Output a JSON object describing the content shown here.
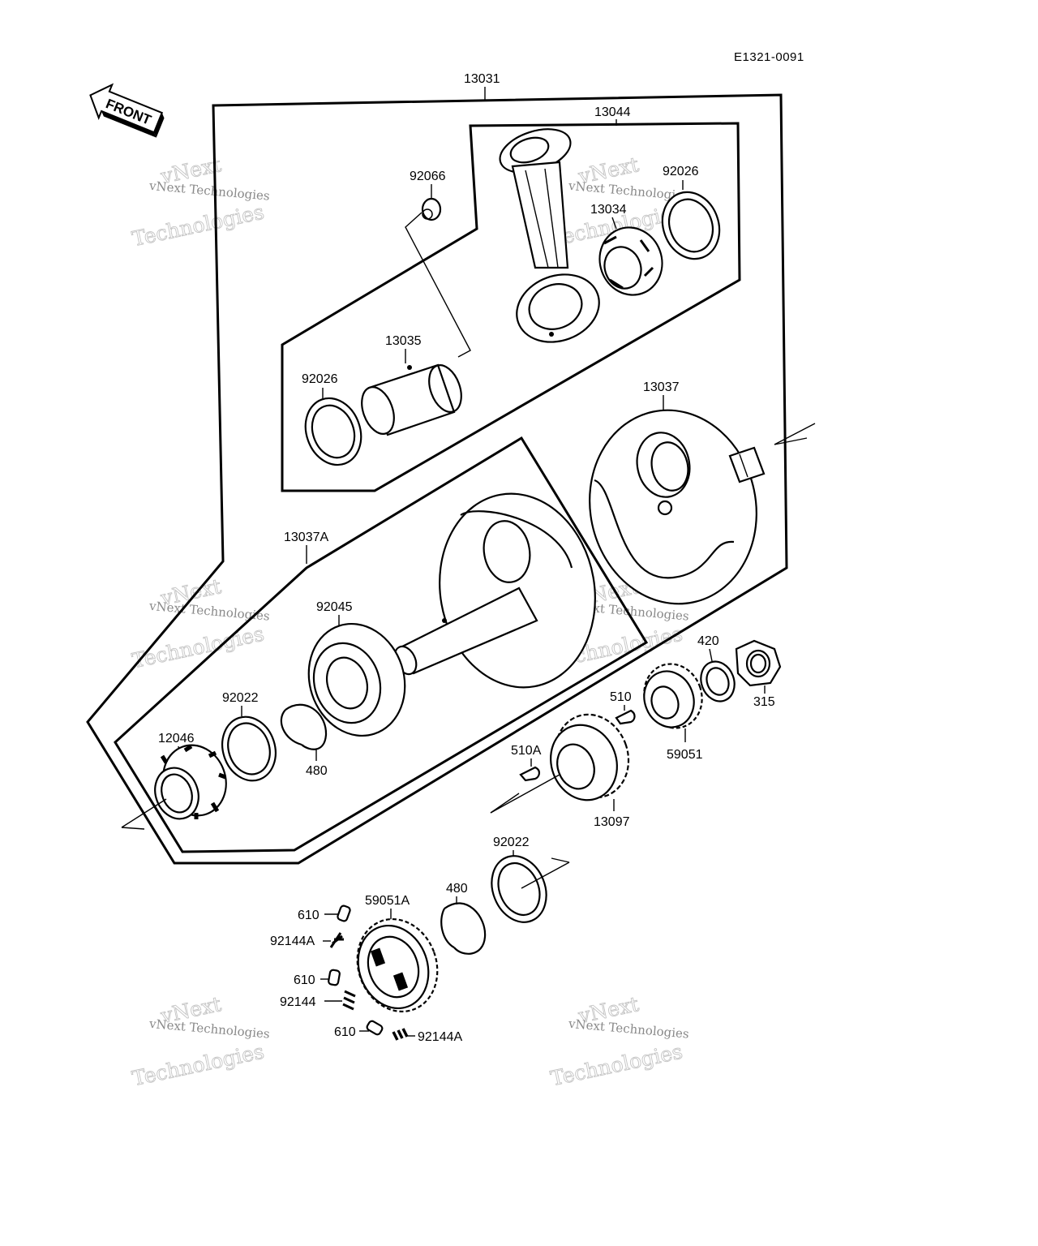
{
  "diagram_ref": "E1321-0091",
  "front_label": "FRONT",
  "labels": {
    "assy_13031": "13031",
    "rod_13044": "13044",
    "p92066": "92066",
    "p92026_top": "92026",
    "p13034": "13034",
    "p13035": "13035",
    "p92026_left": "92026",
    "p13037": "13037",
    "p13037A": "13037A",
    "p92045": "92045",
    "p92022_mid": "92022",
    "p12046": "12046",
    "p480_mid": "480",
    "p420": "420",
    "p315": "315",
    "p510": "510",
    "p59051": "59051",
    "p510A": "510A",
    "p13097": "13097",
    "p92022_low": "92022",
    "p480_low": "480",
    "p59051A": "59051A",
    "p610_a": "610",
    "p92144A_a": "92144A",
    "p610_b": "610",
    "p92144": "92144",
    "p610_c": "610",
    "p92144A_b": "92144A"
  },
  "watermark": {
    "line1": "vNext Technologies",
    "line2": "vNext",
    "line3": "Technologies"
  }
}
